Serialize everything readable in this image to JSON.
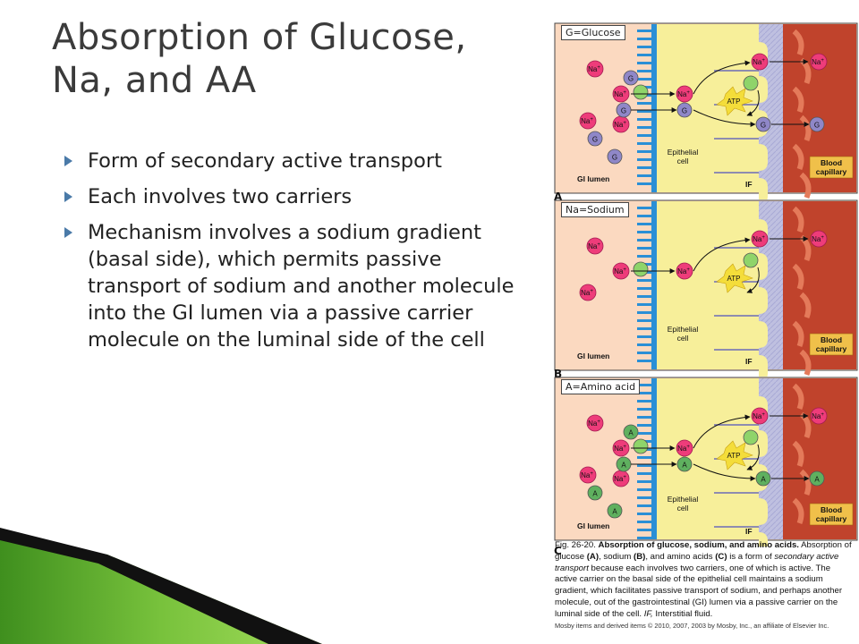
{
  "slide": {
    "title": "Absorption of Glucose, Na, and AA",
    "bullets": [
      "Form of secondary active transport",
      "Each involves two carriers",
      "Mechanism involves a sodium gradient (basal side), which permits passive transport of sodium and another molecule into the GI lumen via a passive carrier molecule on the  luminal side of the cell"
    ]
  },
  "figure": {
    "panels": [
      {
        "letter": "A",
        "box_label": "G=Glucose",
        "molecule": "G",
        "molecule_color": "#8f87c8"
      },
      {
        "letter": "B",
        "box_label": "Na=Sodium",
        "molecule": "",
        "molecule_color": ""
      },
      {
        "letter": "C",
        "box_label": "A=Amino acid",
        "molecule": "A",
        "molecule_color": "#5fb05f"
      }
    ],
    "labels": {
      "sodium": "Na",
      "sodium_charge": "+",
      "atp": "ATP",
      "epithelial_line1": "Epithelial",
      "epithelial_line2": "cell",
      "lumen": "GI lumen",
      "if": "IF",
      "blood_line1": "Blood",
      "blood_line2": "capillary"
    },
    "caption": {
      "fig_ref": "Fig. 26-20.",
      "heading": "Absorption of glucose, sodium, and amino acids.",
      "text_1": " Absorption of glucose ",
      "a": "(A)",
      "text_2": ", sodium ",
      "b": "(B)",
      "text_3": ", and amino acids ",
      "c": "(C)",
      "text_4": " is a form of ",
      "italic": "secondary active transport",
      "text_5": " because each involves two carriers, one of which is active. The active carrier on the basal side of the epithelial cell maintains a sodium gradient, which facilitates passive transport of sodium, and perhaps another molecule, out of the gastrointestinal (GI) lumen via a passive carrier on the luminal side of the cell. ",
      "if_italic": "IF,",
      "text_6": " Interstitial fluid.",
      "credit": "Mosby items and derived items © 2010, 2007, 2003 by Mosby, Inc., an affiliate of Elsevier Inc."
    }
  }
}
